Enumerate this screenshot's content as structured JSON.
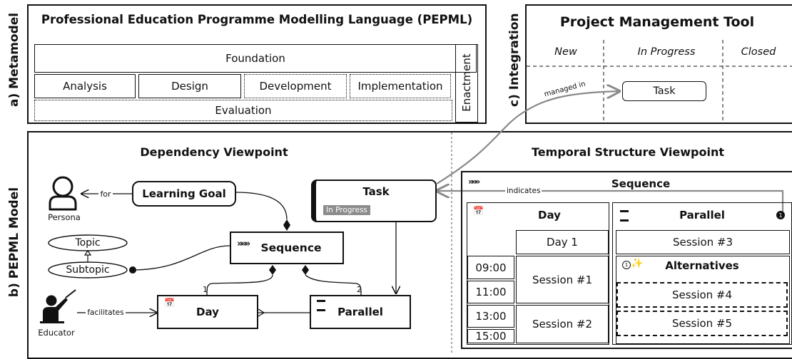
{
  "side_labels": {
    "metamodel": "a) Metamodel",
    "pepml_model": "b) PEPML Model",
    "integration": "c) Integration"
  },
  "metamodel": {
    "title": "Professional Education Programme Modelling Language (PEPML)",
    "foundation": "Foundation",
    "analysis": "Analysis",
    "design": "Design",
    "development": "Development",
    "implementation": "Implementation",
    "evaluation": "Evaluation",
    "enactment": "Enactment"
  },
  "integration": {
    "title": "Project Management Tool",
    "columns": [
      "New",
      "In Progress",
      "Closed"
    ],
    "task": "Task",
    "managed_in": "managed in"
  },
  "dependency": {
    "title": "Dependency Viewpoint",
    "persona": "Persona",
    "for_label": "for",
    "learning_goal": "Learning Goal",
    "task": "Task",
    "task_status": "In Progress",
    "topic": "Topic",
    "subtopic": "Subtopic",
    "sequence": "Sequence",
    "educator": "Educator",
    "facilitates": "facilitates",
    "day": "Day",
    "parallel": "Parallel",
    "mult_1": "1",
    "mult_2": "2"
  },
  "temporal": {
    "title": "Temporal Structure Viewpoint",
    "sequence": "Sequence",
    "indicates": "indicates",
    "day": "Day",
    "day1": "Day 1",
    "times": [
      "09:00",
      "11:00",
      "13:00",
      "15:00"
    ],
    "session1": "Session #1",
    "session2": "Session #2",
    "parallel": "Parallel",
    "session3": "Session #3",
    "alternatives": "Alternatives",
    "session4": "Session #4",
    "session5": "Session #5",
    "badge": "1",
    "alt_badge": "1"
  },
  "colors": {
    "connector_gray": "#8a8a8a",
    "status_badge": "#8c8c8c"
  }
}
